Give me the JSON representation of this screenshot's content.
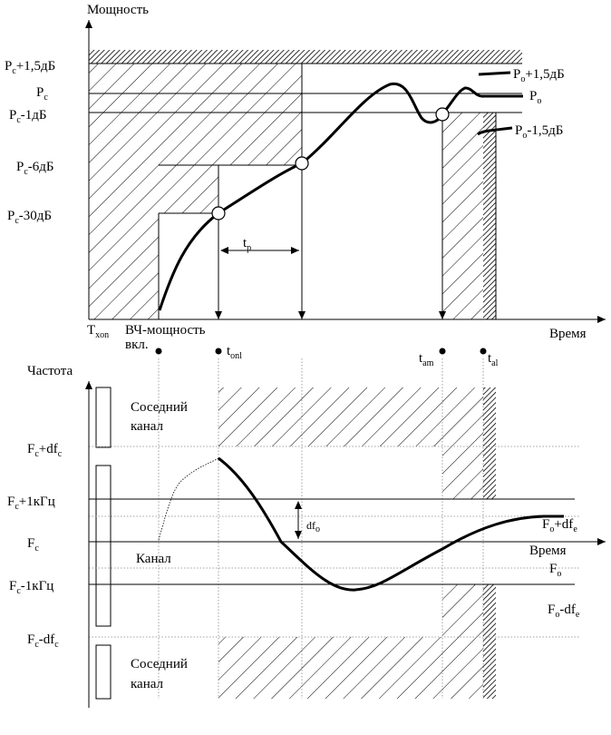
{
  "top_chart": {
    "y_axis_label": "Мощность",
    "x_axis_label": "Время",
    "y_levels": [
      {
        "main": "P",
        "sub": "c",
        "suffix": "+1,5дБ"
      },
      {
        "main": "P",
        "sub": "c",
        "suffix": ""
      },
      {
        "main": "P",
        "sub": "c",
        "suffix": "-1дБ"
      },
      {
        "main": "P",
        "sub": "c",
        "suffix": "-6дБ"
      },
      {
        "main": "P",
        "sub": "c",
        "suffix": "-30дБ"
      }
    ],
    "right_labels": [
      {
        "main": "P",
        "sub": "o",
        "suffix": "+1,5дБ"
      },
      {
        "main": "P",
        "sub": "o",
        "suffix": ""
      },
      {
        "main": "P",
        "sub": "o",
        "suffix": "-1,5дБ"
      }
    ],
    "t_xon": {
      "main": "T",
      "sub": "xon"
    },
    "rf_on_line1": "ВЧ-мощность",
    "rf_on_line2": "вкл.",
    "t_p": {
      "main": "t",
      "sub": "p"
    }
  },
  "time_markers": [
    {
      "main": "t",
      "sub": "onl"
    },
    {
      "main": "t",
      "sub": "am"
    },
    {
      "main": "t",
      "sub": "al"
    }
  ],
  "bottom_chart": {
    "y_axis_label": "Частота",
    "x_axis_label": "Время",
    "adjacent_channel_line1": "Соседний",
    "adjacent_channel_line2": "канал",
    "channel_label": "Канал",
    "y_levels": [
      {
        "main": "F",
        "sub": "c",
        "suffix": "+df",
        "suffix_sub": "c"
      },
      {
        "main": "F",
        "sub": "c",
        "suffix": "+1кГц",
        "suffix_sub": ""
      },
      {
        "main": "F",
        "sub": "c",
        "suffix": "",
        "suffix_sub": ""
      },
      {
        "main": "F",
        "sub": "c",
        "suffix": "-1кГц",
        "suffix_sub": ""
      },
      {
        "main": "F",
        "sub": "c",
        "suffix": "-df",
        "suffix_sub": "c"
      }
    ],
    "right_labels": [
      {
        "main": "F",
        "sub": "o",
        "suffix": "+df",
        "suffix_sub": "e"
      },
      {
        "main": "F",
        "sub": "o",
        "suffix": "",
        "suffix_sub": ""
      },
      {
        "main": "F",
        "sub": "o",
        "suffix": "-df",
        "suffix_sub": "e"
      }
    ],
    "df_o": {
      "main": "df",
      "sub": "o"
    }
  }
}
